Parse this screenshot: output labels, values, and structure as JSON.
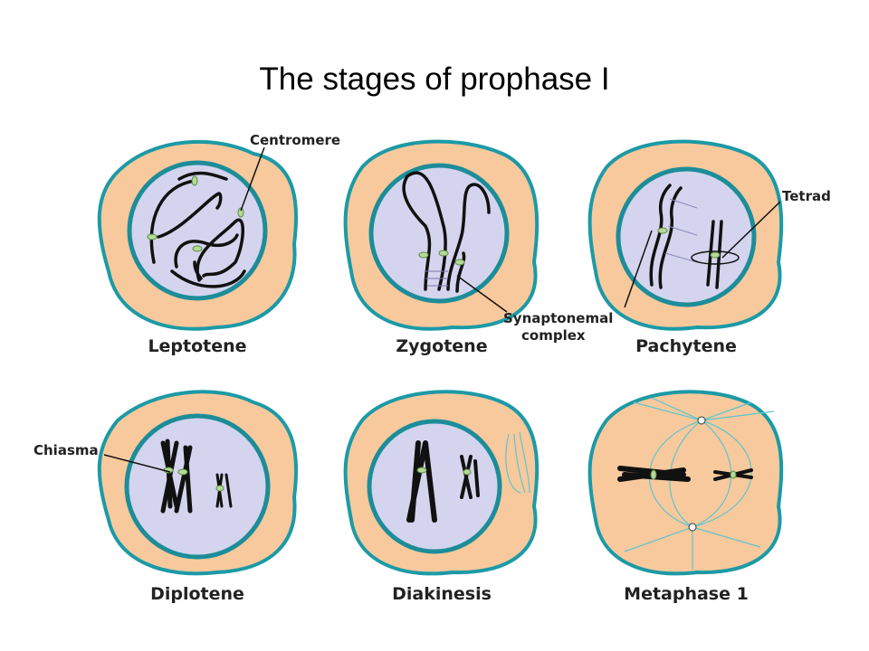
{
  "title": "The stages of prophase I",
  "stages": [
    "Leptotene",
    "Zygotene",
    "Pachytene",
    "Diplotene",
    "Diakinesis",
    "Metaphase 1"
  ],
  "annotations": {
    "centromere": "Centromere",
    "synaptonemal_1": "Synaptonemal",
    "synaptonemal_2": "complex",
    "tetrad": "Tetrad",
    "chiasma": "Chiasma"
  },
  "colors": {
    "cytoplasm": "#f8c99c",
    "membrane": "#1c9aa6",
    "nucleus": "#d4d4ee",
    "centromere": "#b5d99a"
  }
}
